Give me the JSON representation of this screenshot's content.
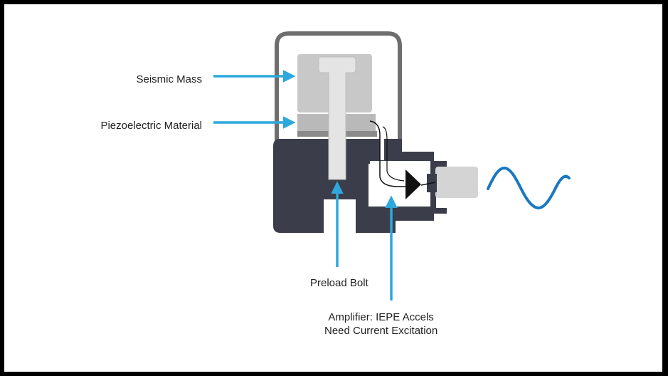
{
  "labels": {
    "seismic_mass": "Seismic Mass",
    "piezo": "Piezoelectric Material",
    "preload_bolt": "Preload Bolt",
    "amplifier_line1": "Amplifier: IEPE Accels",
    "amplifier_line2": "Need Current Excitation"
  },
  "colors": {
    "background_border": "#000000",
    "housing": "#3b3e4a",
    "housing_outline": "#6e6e6e",
    "seismic_mass": "#c8c8c8",
    "bolt": "#e4e4e4",
    "arrows": "#2ca8dc",
    "signal_wave": "#1a78c2",
    "wire": "#111111"
  }
}
